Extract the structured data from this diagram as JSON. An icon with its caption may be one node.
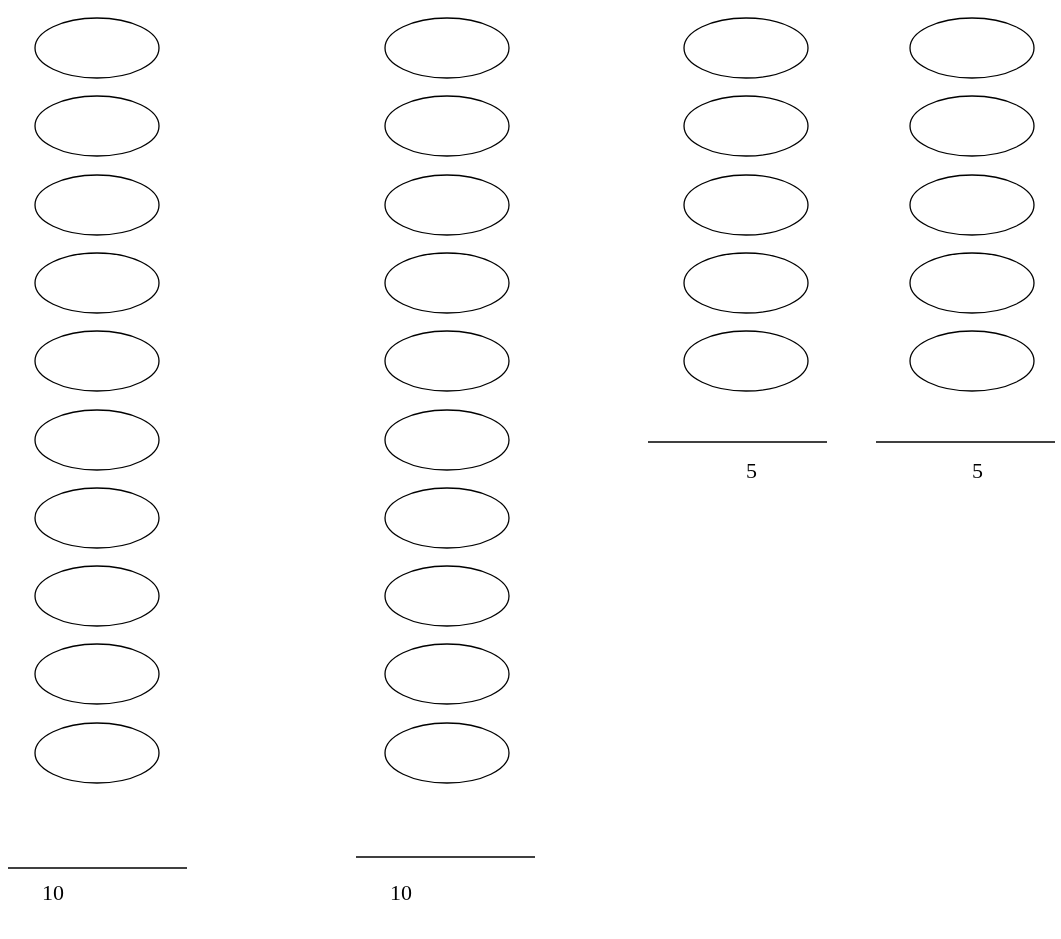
{
  "diagram": {
    "nodes": [
      {
        "text": [],
        "shape": "ellipse"
      },
      {
        "text": [],
        "shape": "ellipse"
      },
      {
        "text": [],
        "shape": "ellipse"
      },
      {
        "text": [],
        "shape": "ellipse"
      },
      {
        "text": [],
        "shape": "ellipse"
      },
      {
        "text": [],
        "shape": "ellipse"
      },
      {
        "text": [],
        "shape": "ellipse"
      },
      {
        "text": [],
        "shape": "ellipse"
      },
      {
        "text": [],
        "shape": "ellipse"
      },
      {
        "text": [],
        "shape": "ellipse"
      },
      {
        "text": [],
        "shape": "ellipse"
      },
      {
        "text": [],
        "shape": "ellipse"
      },
      {
        "text": [],
        "shape": "ellipse"
      },
      {
        "text": [],
        "shape": "ellipse"
      },
      {
        "text": [],
        "shape": "ellipse"
      },
      {
        "text": [],
        "shape": "ellipse"
      },
      {
        "text": [],
        "shape": "ellipse"
      },
      {
        "text": [],
        "shape": "ellipse"
      },
      {
        "text": [],
        "shape": "ellipse"
      },
      {
        "text": [],
        "shape": "ellipse"
      },
      {
        "text": [],
        "shape": "ellipse"
      },
      {
        "text": [],
        "shape": "ellipse"
      },
      {
        "text": [],
        "shape": "ellipse"
      },
      {
        "text": [],
        "shape": "ellipse"
      },
      {
        "text": [],
        "shape": "ellipse"
      },
      {
        "text": [],
        "shape": "ellipse"
      },
      {
        "text": [],
        "shape": "ellipse"
      },
      {
        "text": [],
        "shape": "ellipse"
      },
      {
        "text": [],
        "shape": "ellipse"
      },
      {
        "text": [],
        "shape": "ellipse"
      }
    ],
    "labels": [
      "10",
      "10",
      "5",
      "5"
    ]
  }
}
